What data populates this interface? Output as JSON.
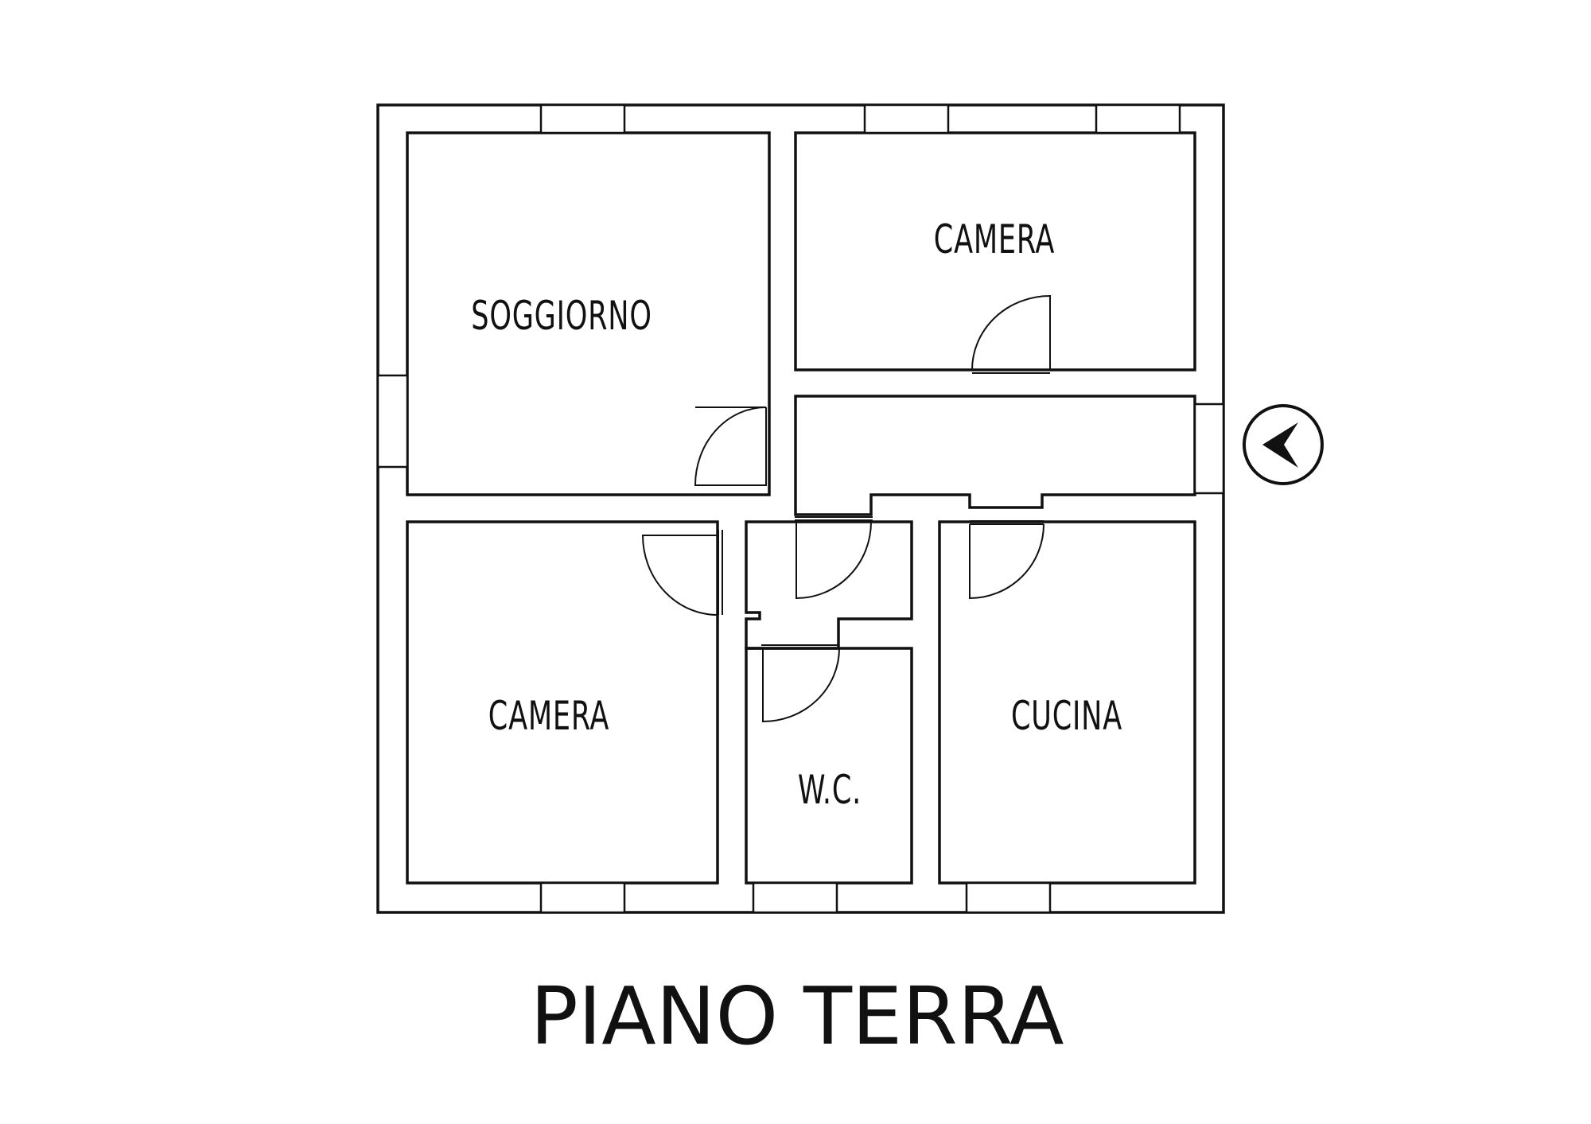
{
  "plan": {
    "title": "PIANO TERRA",
    "rooms": {
      "soggiorno": "SOGGIORNO",
      "camera_top": "CAMERA",
      "camera_bottom": "CAMERA",
      "wc": "W.C.",
      "cucina": "CUCINA"
    },
    "entrance_icon": "entrance-arrow-icon"
  }
}
